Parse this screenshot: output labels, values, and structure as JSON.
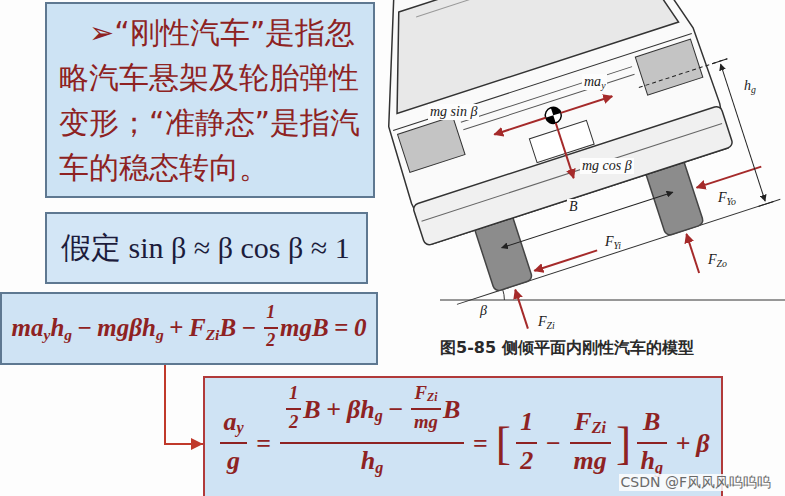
{
  "diagram": {
    "caption": "图5-85 侧倾平面内刚性汽车的模型",
    "nodes": [
      {
        "text": [
          "➢“刚性汽车”是指忽略汽车悬架及轮胎弹性变形；“准静态”是指汽车的稳态转向。"
        ]
      },
      {
        "text": [
          "假定 sin β ≈ β cos β ≈ 1"
        ]
      },
      {
        "text": [
          "ma",
          "y",
          "h",
          "g",
          "−",
          "mgβh",
          "g",
          "+",
          "F",
          "Zi",
          "B",
          "−",
          "1",
          "2",
          "mgB",
          "=",
          "0"
        ]
      },
      {
        "text": [
          "a",
          "y",
          "g",
          "=",
          "1",
          "2",
          "B",
          "+",
          "βh",
          "g",
          "−",
          "F",
          "Zi",
          "mg",
          "B",
          "h",
          "g",
          "=",
          "[",
          "1",
          "2",
          "−",
          "F",
          "Zi",
          "mg",
          "]",
          "B",
          "h",
          "g",
          "+",
          "β"
        ]
      }
    ],
    "edges": [
      {
        "from": 2,
        "to": 3,
        "arrow": "to"
      }
    ],
    "labels": [
      "ma",
      "y",
      "mg sin β",
      "mg cos β",
      "h",
      "g",
      "F",
      "Yo",
      "F",
      "Zo",
      "B",
      "F",
      "Yi",
      "β",
      "F",
      "Zi",
      "CSDN @F风风风呜呜呜"
    ]
  }
}
